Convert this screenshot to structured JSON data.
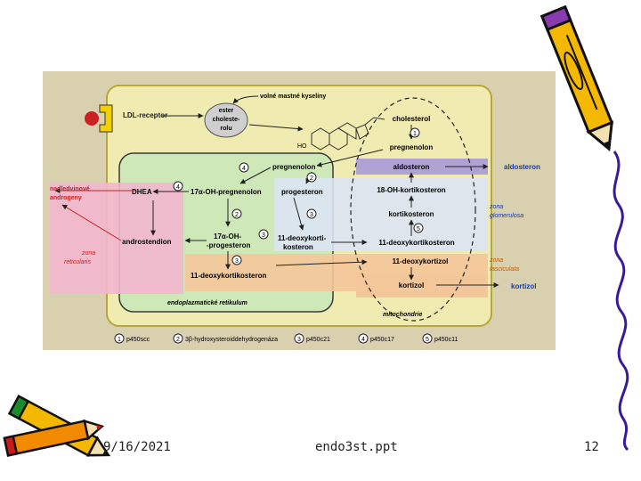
{
  "footer": {
    "date": "9/16/2021",
    "filename": "endo3st.ppt",
    "page": "12"
  },
  "diagram": {
    "receptor": "LDL-receptor",
    "fatty_acids": "volné mastné kyseliny",
    "ester_lines": [
      "ester",
      "choleste-",
      "rolu"
    ],
    "cholesterol_formula_label": "HO",
    "mito_cholesterol": "cholesterol",
    "pregnenolon": "pregnenolon",
    "aldosteron": "aldosteron",
    "aldosteron_out": "aldosteron",
    "kortikosteron18": "18-OH-kortikosteron",
    "kortikosteron": "kortikosteron",
    "deoxykortikosteron11": "11-deoxykortikosteron",
    "deoxykortizol11": "11-deoxykortizol",
    "kortizol": "kortizol",
    "kortizol_out": "kortizol",
    "er_pregnenolon": "pregnenolon",
    "hydroxypregnenolon": "17α-OH-pregnenolon",
    "progesteron": "progesteron",
    "dhea": "DHEA",
    "androstendion": "androstendion",
    "hydroxyprogesteron_lines": [
      "17α-OH-",
      "-progesteron"
    ],
    "deoxykortikosteron_er_lines": [
      "11-deoxykorti-",
      "kosteron"
    ],
    "deoxykortikosteron_er2": "11-deoxykortikosteron",
    "adrenal_androgens_lines": [
      "nadledvinové",
      "androgeny"
    ],
    "zona_reticularis_lines": [
      "zona",
      "reticularis"
    ],
    "zona_glomerulosa_lines": [
      "zona",
      "glomerulosa"
    ],
    "zona_fasciculata_lines": [
      "zona",
      "fasciculata"
    ],
    "er_label": "endoplazmatické retikulum",
    "mito_label": "mitochondrie",
    "legend": [
      "p450scc",
      "3β-hydroxysteroiddehydrogenáza",
      "p450c21",
      "p450c17",
      "p450c11"
    ],
    "step_numbers": [
      "1",
      "2",
      "3",
      "4",
      "5"
    ],
    "colors": {
      "cell": "#f0ebb0",
      "er": "#cfe8b8",
      "pink": "#f2b7cf",
      "orange": "#f4c79a",
      "blue": "#dce4f3",
      "purple": "#a89ad9",
      "red": "#cc2020",
      "background": "#d9d0b0"
    }
  }
}
